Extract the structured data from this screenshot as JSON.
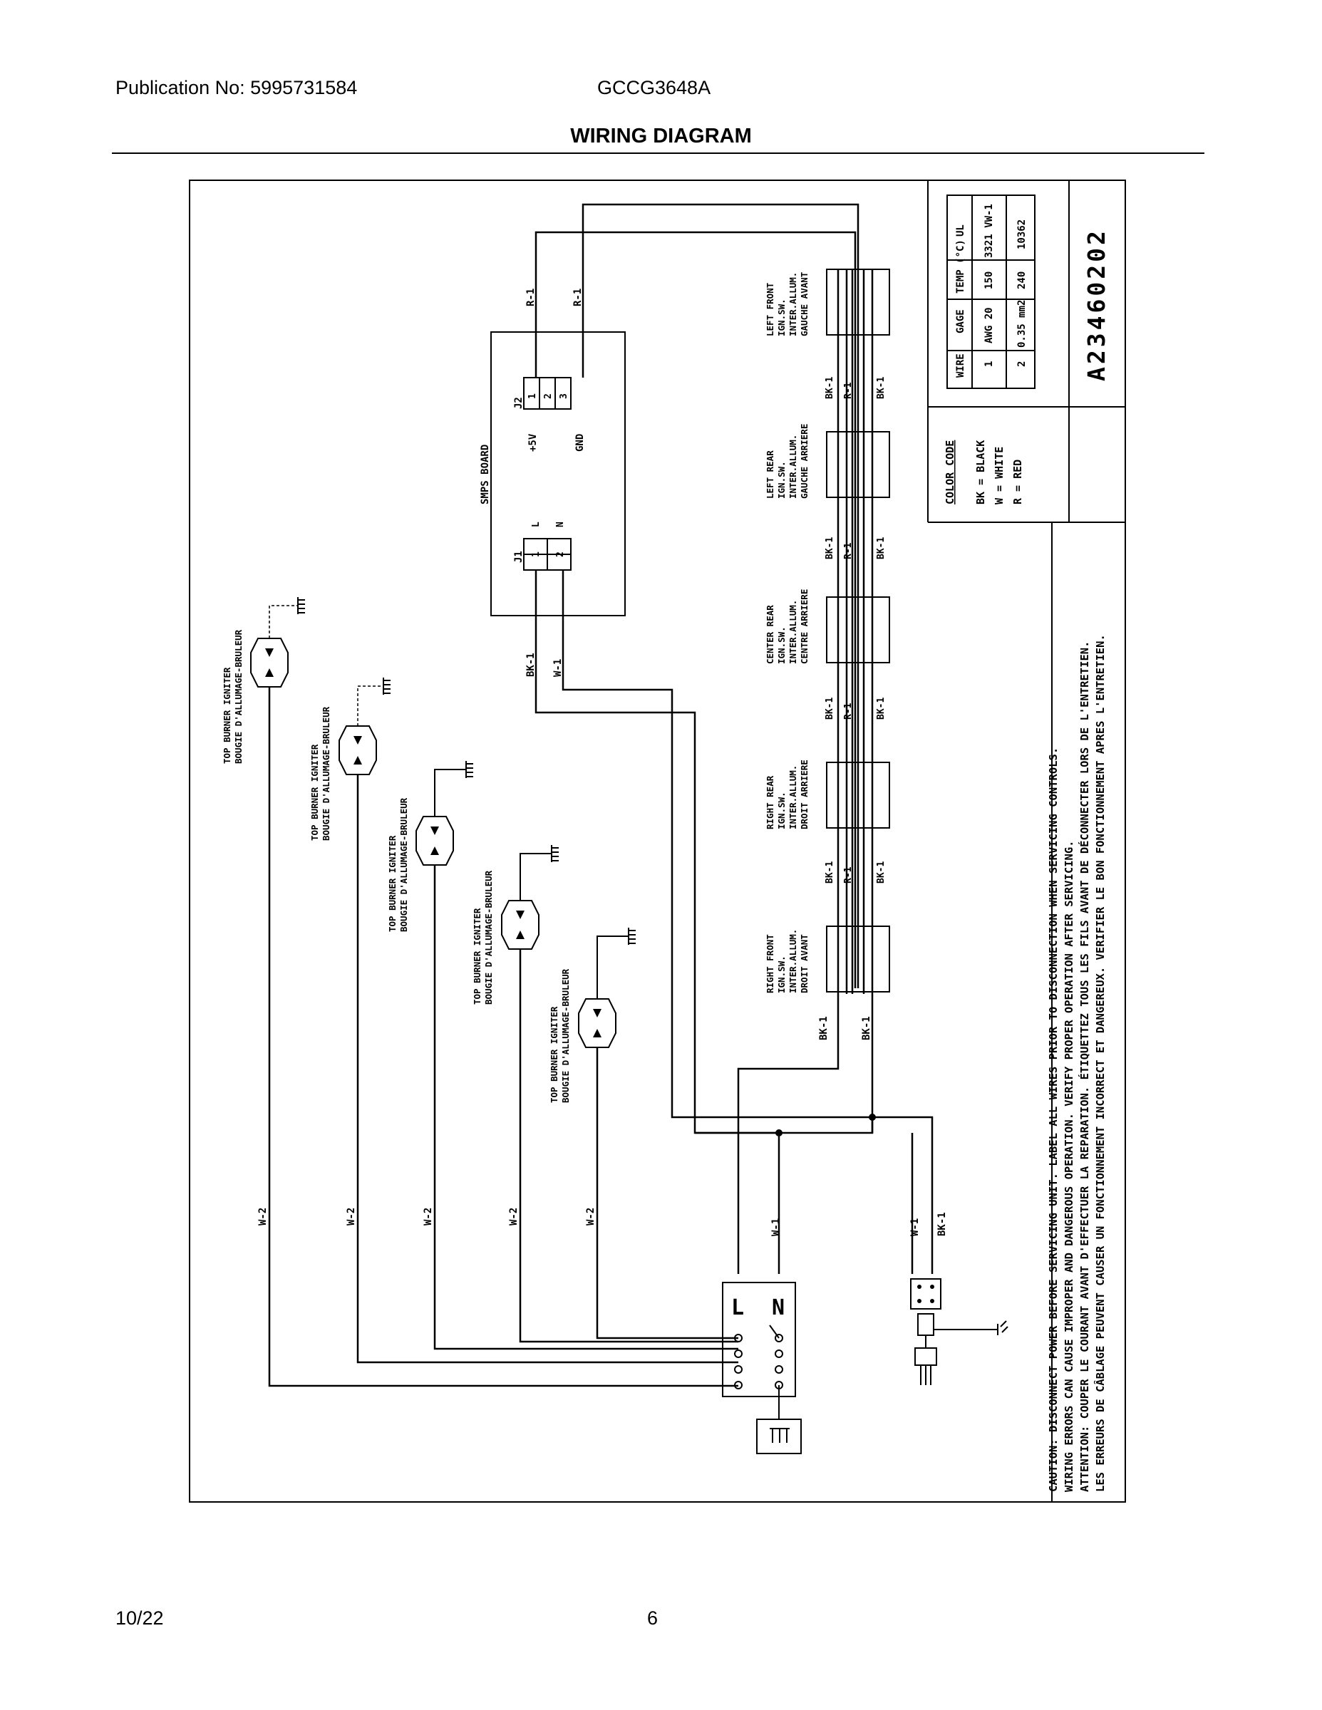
{
  "header": {
    "publication": "Publication No: 5995731584",
    "model": "GCCG3648A",
    "title": "WIRING DIAGRAM"
  },
  "footer": {
    "date": "10/22",
    "page": "6"
  },
  "smps": {
    "label": "SMPS BOARD",
    "j1": "J1",
    "j2": "J2",
    "pin1": "1",
    "pin2": "2",
    "pin3": "3",
    "l": "L",
    "n": "N",
    "v5": "+5V",
    "gnd": "GND"
  },
  "wires": {
    "r1": "R-1",
    "bk1": "BK-1",
    "w1": "W-1",
    "w2": "W-2"
  },
  "switches": [
    [
      "LEFT FRONT",
      "IGN.SW.",
      "INTER.ALLUM.",
      "GAUCHE AVANT"
    ],
    [
      "LEFT REAR",
      "IGN.SW.",
      "INTER.ALLUM.",
      "GAUCHE ARRIERE"
    ],
    [
      "CENTER REAR",
      "IGN.SW.",
      "INTER.ALLUM.",
      "CENTRE ARRIERE"
    ],
    [
      "RIGHT REAR",
      "IGN.SW.",
      "INTER.ALLUM.",
      "DROIT ARRIERE"
    ],
    [
      "RIGHT FRONT",
      "IGN.SW.",
      "INTER.ALLUM.",
      "DROIT AVANT"
    ]
  ],
  "igniter": {
    "line1": "TOP BURNER IGNITER",
    "line2": "BOUGIE D'ALLUMAGE-BRULEUR"
  },
  "module": {
    "l": "L",
    "n": "N"
  },
  "color_code": {
    "title": "COLOR CODE",
    "bk": "BK = BLACK",
    "w": "W  = WHITE",
    "r": "R  = RED"
  },
  "wire_table": {
    "headers": [
      "WIRE",
      "GAGE",
      "TEMP (°C)",
      "UL"
    ],
    "row1": [
      "1",
      "AWG 20",
      "150",
      "3321 VW-1"
    ],
    "row2": [
      "2",
      "0.35 mm2",
      "240",
      "10362"
    ]
  },
  "part_number": "A23460202",
  "caution": [
    "CAUTION:  DISCONNECT POWER BEFORE SERVICING UNIT. LABEL ALL WIRES PRIOR TO DISCONNECTION WHEN SERVICING CONTROLS.",
    "WIRING ERRORS CAN CAUSE IMPROPER AND DANGEROUS OPERATION. VERIFY PROPER OPERATION AFTER SERVICING.",
    "ATTENTION: COUPER LE COURANT AVANT D'EFFECTUER LA REPARATION. ÉTIQUETTEZ TOUS LES FILS AVANT DE DÉCONNECTER LORS DE L'ENTRETIEN.",
    "LES ERREURS DE CÂBLAGE PEUVENT CAUSER UN FONCTIONNEMENT INCORRECT ET DANGEREUX. VERIFIER LE BON FONCTIONNEMENT APRES L'ENTRETIEN."
  ]
}
